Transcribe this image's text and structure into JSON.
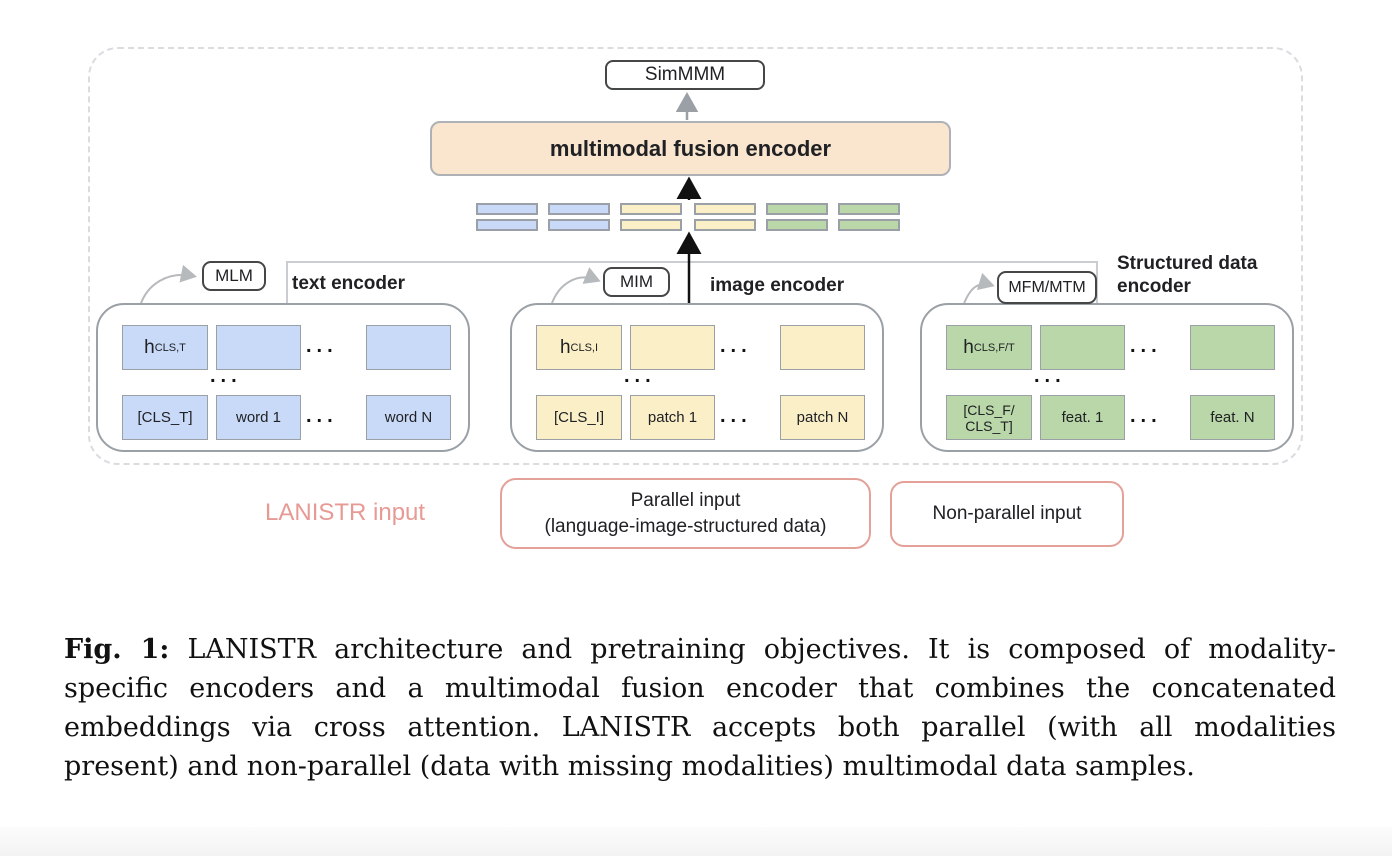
{
  "diagram": {
    "sim_label": "SimMMM",
    "fusion_label": "multimodal fusion encoder",
    "dots": "...",
    "objectives": {
      "text": "MLM",
      "image": "MIM",
      "structured": "MFM/MTM"
    },
    "encoders": [
      {
        "label": "text encoder",
        "h_base": "h",
        "h_sub": "CLS,T",
        "cls": "[CLS_T]",
        "item1": "word 1",
        "itemN": "word N",
        "color": "#C9DAF8"
      },
      {
        "label": "image encoder",
        "h_base": "h",
        "h_sub": "CLS,I",
        "cls": "[CLS_I]",
        "item1": "patch 1",
        "itemN": "patch N",
        "color": "#FBEFC8"
      },
      {
        "label_line1": "Structured data",
        "label_line2": "encoder",
        "h_base": "h",
        "h_sub": "CLS,F/T",
        "cls_line1": "[CLS_F/",
        "cls_line2": "CLS_T]",
        "item1": "feat. 1",
        "itemN": "feat. N",
        "color": "#B9D7A8"
      }
    ],
    "tokens": {
      "groups": [
        {
          "modality": "text",
          "color": "#C9DAF8"
        },
        {
          "modality": "text",
          "color": "#C9DAF8"
        },
        {
          "modality": "image",
          "color": "#FBEFC8"
        },
        {
          "modality": "image",
          "color": "#FBEFC8"
        },
        {
          "modality": "structured",
          "color": "#B9D7A8"
        },
        {
          "modality": "structured",
          "color": "#B9D7A8"
        }
      ]
    }
  },
  "inputs": {
    "lanistr_label": "LANISTR input",
    "parallel_line1": "Parallel input",
    "parallel_line2": "(language-image-structured data)",
    "nonparallel_label": "Non-parallel input"
  },
  "caption": {
    "fig_prefix": "Fig. 1:",
    "line1_rest": " LANISTR architecture and pretraining objectives. It is composed of modality-",
    "line2": "specific encoders and a multimodal fusion encoder that combines the concatenated",
    "line3": "embeddings via cross attention. LANISTR accepts both parallel (with all modalities",
    "line4": "present) and non-parallel (data with missing modalities) multimodal data samples."
  },
  "colors": {
    "token_blue": "#C9DAF8",
    "token_yellow": "#FBEFC8",
    "token_green": "#B9D7A8",
    "fusion_fill": "#FAE6CF",
    "box_border_gray": "#9aa0a6",
    "badge_border_dark": "#444746",
    "pink_text": "#E79A94",
    "pink_border": "#E3A19A",
    "connector_gray": "#c9ccd0",
    "arrow_gray": "#9aa0a6",
    "arrow_black": "#111111"
  }
}
